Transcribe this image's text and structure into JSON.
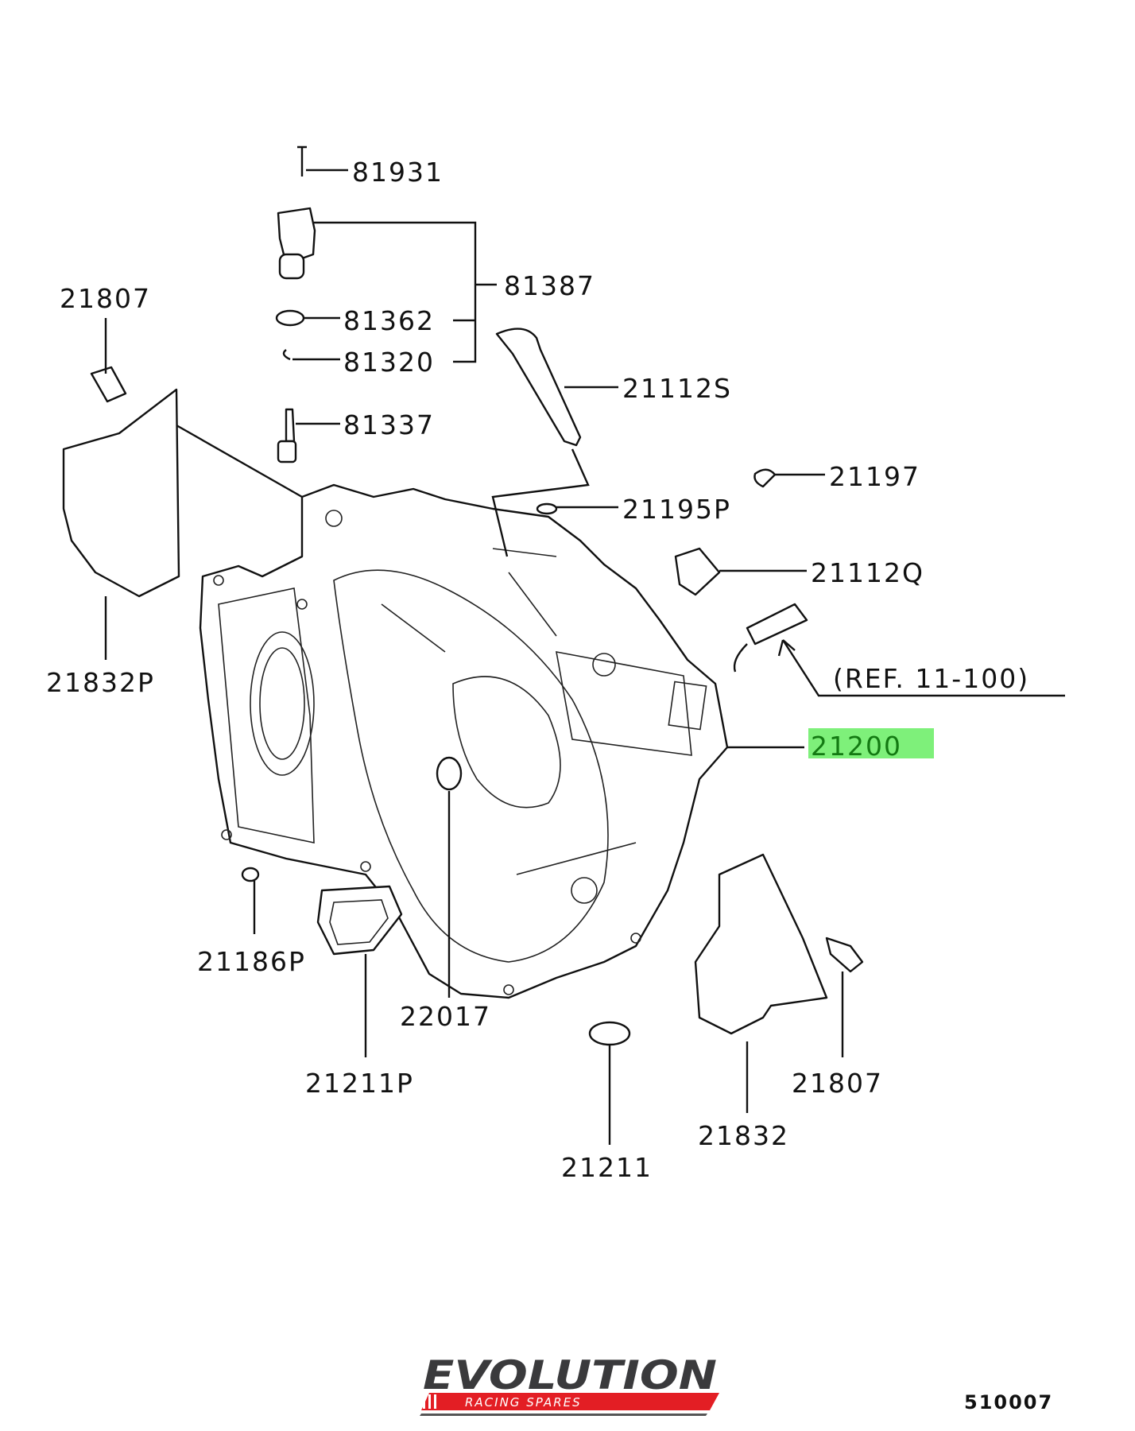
{
  "diagram": {
    "part_labels": {
      "p81931": "81931",
      "p81387": "81387",
      "p21807_top": "21807",
      "p81362": "81362",
      "p81320": "81320",
      "p21112S": "21112S",
      "p81337": "81337",
      "p21197": "21197",
      "p21195P": "21195P",
      "p21112Q": "21112Q",
      "ref": "(REF. 11-100)",
      "p21832P": "21832P",
      "p21200": "21200",
      "p21186P": "21186P",
      "p22017": "22017",
      "p21211P": "21211P",
      "p21807_bottom": "21807",
      "p21832": "21832",
      "p21211": "21211"
    },
    "highlighted_part": "21200",
    "highlight_color": "#7ef07a",
    "highlight_text_color": "#137a12",
    "diagram_code": "510007"
  },
  "logo": {
    "main": "EVOLUTION",
    "sub": "RACING SPARES",
    "accent_color": "#e31e24"
  }
}
